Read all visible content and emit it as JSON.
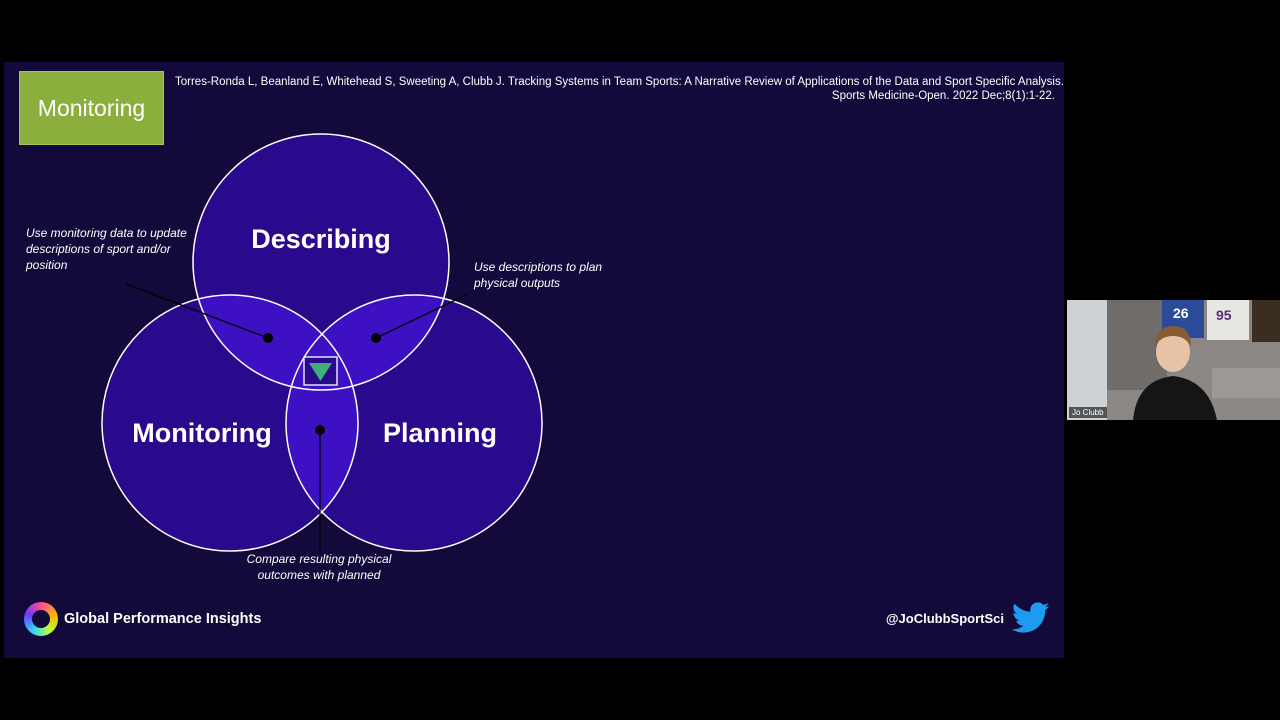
{
  "slide": {
    "title": "Monitoring",
    "citation_line1": "Torres-Ronda L, Beanland E, Whitehead S, Sweeting A, Clubb J. Tracking Systems in Team Sports: A Narrative Review of Applications of the Data and Sport Specific Analysis.",
    "citation_line2": "Sports Medicine-Open. 2022 Dec;8(1):1-22."
  },
  "diagram": {
    "circles": {
      "top": "Describing",
      "left": "Monitoring",
      "right": "Planning"
    },
    "notes": {
      "top_left": "Use monitoring data to update descriptions of sport and/or position",
      "top_right": "Use descriptions to plan physical outputs",
      "bottom": "Compare resulting physical outcomes with planned"
    },
    "colors": {
      "circle_fill": "#2a0a8c",
      "overlap_fill": "#3d10c4",
      "center_triangle": "#3fae7a"
    }
  },
  "footer": {
    "brand": "Global Performance Insights",
    "twitter_handle": "@JoClubbSportSci",
    "twitter_icon": "twitter-bird-icon"
  },
  "webcam": {
    "participant_name": "Jo Clubb"
  }
}
